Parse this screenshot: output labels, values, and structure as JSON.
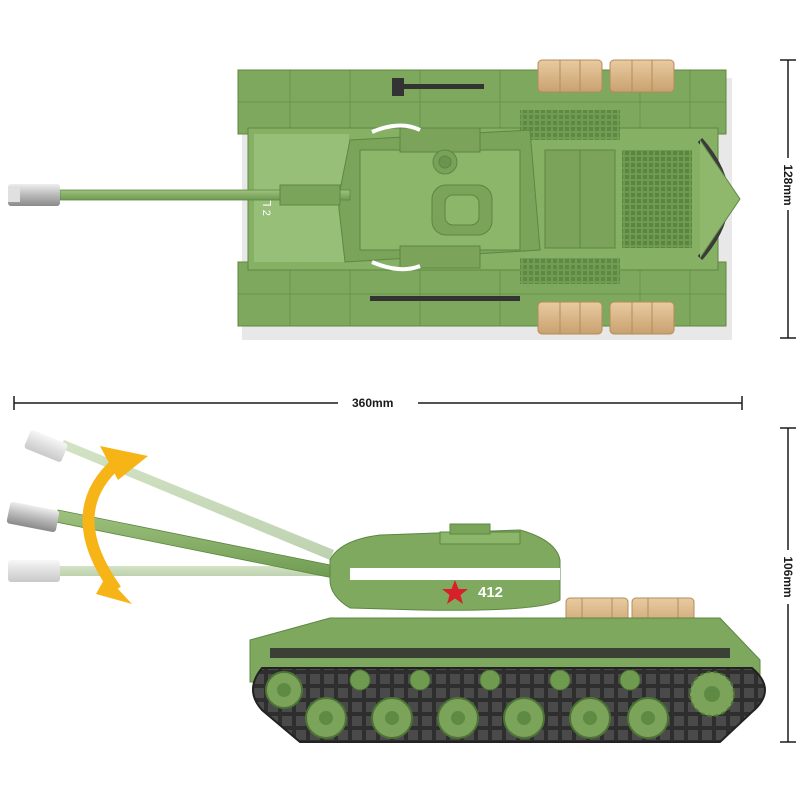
{
  "dimensions": {
    "width_label": "360mm",
    "top_height_label": "128mm",
    "side_height_label": "106mm"
  },
  "tank": {
    "hull_number": "412",
    "top_markings": "ᒣ 2"
  },
  "colors": {
    "hull_green": "#7aa55a",
    "hull_dark": "#5e8a43",
    "hull_light": "#9cc27a",
    "barrel_silver": "#c9c9c9",
    "fuel_tank": "#dcb98c",
    "track_dark": "#3a3a3a",
    "arrow_yellow": "#f6b416",
    "star_red": "#d8202a",
    "stripe_white": "#ffffff"
  }
}
